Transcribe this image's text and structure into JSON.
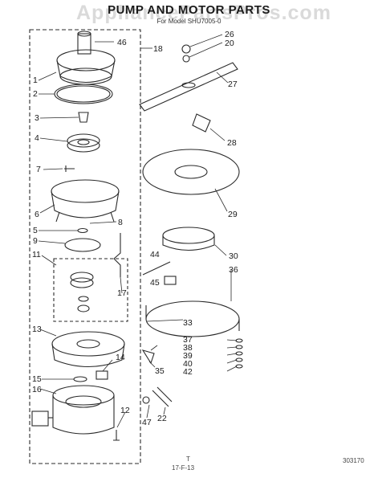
{
  "header": {
    "title": "PUMP AND MOTOR PARTS",
    "subtitle": "For Model SHU7005-0",
    "watermark": "AppliancePartsPros.com"
  },
  "parts": {
    "p1": "1",
    "p2": "2",
    "p3": "3",
    "p4": "4",
    "p5": "5",
    "p6": "6",
    "p7": "7",
    "p8": "8",
    "p9": "9",
    "p11": "11",
    "p12": "12",
    "p13": "13",
    "p14": "14",
    "p15": "15",
    "p16": "16",
    "p17": "17",
    "p18": "18",
    "p20": "20",
    "p22": "22",
    "p26": "26",
    "p27": "27",
    "p28": "28",
    "p29": "29",
    "p30": "30",
    "p33": "33",
    "p35": "35",
    "p36": "36",
    "p37": "37",
    "p38": "38",
    "p39": "39",
    "p40": "40",
    "p42": "42",
    "p44": "44",
    "p45": "45",
    "p46": "46",
    "p47": "47"
  },
  "footer": {
    "code": "303170",
    "date": "17-F-13",
    "mark": "T"
  }
}
